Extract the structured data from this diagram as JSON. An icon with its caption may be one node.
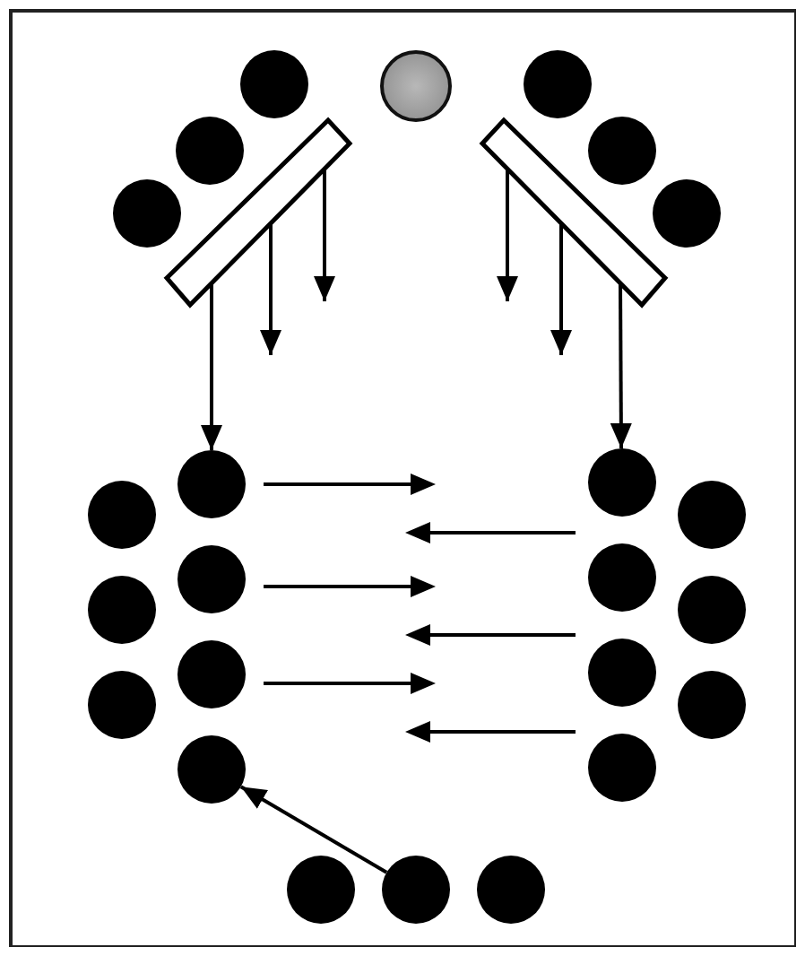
{
  "diagram": {
    "nodes": [
      {
        "text": [],
        "shape": "circle"
      },
      {
        "text": [],
        "shape": "circle"
      },
      {
        "text": [],
        "shape": "circle"
      },
      {
        "text": [],
        "shape": "circle"
      },
      {
        "text": [],
        "shape": "circle"
      },
      {
        "text": [],
        "shape": "bar"
      },
      {
        "text": [],
        "shape": "bar"
      },
      {
        "text": [],
        "shape": "circle"
      },
      {
        "text": [],
        "shape": "circle"
      },
      {
        "text": [],
        "shape": "circle"
      },
      {
        "text": [],
        "shape": "circle"
      },
      {
        "text": [],
        "shape": "circle"
      },
      {
        "text": [],
        "shape": "circle"
      },
      {
        "text": [],
        "shape": "circle"
      },
      {
        "text": [],
        "shape": "circle"
      },
      {
        "text": [],
        "shape": "circle"
      },
      {
        "text": [],
        "shape": "circle"
      },
      {
        "text": [],
        "shape": "circle"
      },
      {
        "text": [],
        "shape": "circle"
      },
      {
        "text": [],
        "shape": "circle"
      },
      {
        "text": [],
        "shape": "circle"
      },
      {
        "text": [],
        "shape": "circle"
      },
      {
        "text": [],
        "shape": "circle"
      },
      {
        "text": [],
        "shape": "circle"
      },
      {
        "text": [],
        "shape": "circle"
      },
      {
        "text": [],
        "shape": "circle"
      }
    ],
    "edges": [
      {
        "from": 5,
        "to": 9,
        "arrow": "to"
      },
      {
        "from": 5,
        "to": null,
        "arrow": "to"
      },
      {
        "from": 5,
        "to": null,
        "arrow": "to"
      },
      {
        "from": 6,
        "to": 10,
        "arrow": "to"
      },
      {
        "from": 6,
        "to": null,
        "arrow": "to"
      },
      {
        "from": 6,
        "to": null,
        "arrow": "to"
      },
      {
        "from": 24,
        "to": 21,
        "arrow": "to"
      }
    ]
  }
}
